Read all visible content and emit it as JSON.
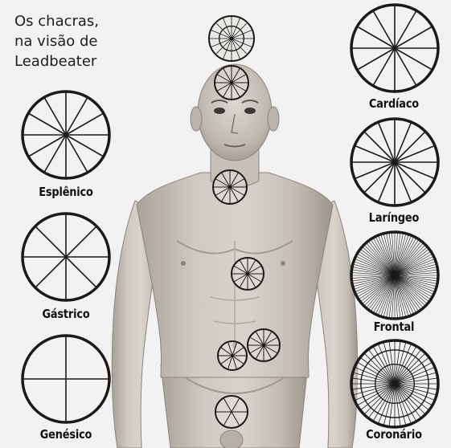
{
  "caption": {
    "line1": "Os chacras,",
    "line2": "na visão de",
    "line3": "Leadbeater"
  },
  "wheels": {
    "esplenico": {
      "label": "Esplênico",
      "spokes": 12
    },
    "gastrico": {
      "label": "Gástrico",
      "spokes": 8
    },
    "genesico": {
      "label": "Genésico",
      "spokes": 4
    },
    "cardiaco": {
      "label": "Cardíaco",
      "spokes": 12
    },
    "laringeo": {
      "label": "Laríngeo",
      "spokes": 16
    },
    "frontal": {
      "label": "Frontal",
      "spokes": 96
    },
    "coronario": {
      "label": "Coronário",
      "spokes": 48
    }
  },
  "colors": {
    "background": "#f2f2f2",
    "skin": "#c9c4bd",
    "ink": "#1a1a1a"
  }
}
